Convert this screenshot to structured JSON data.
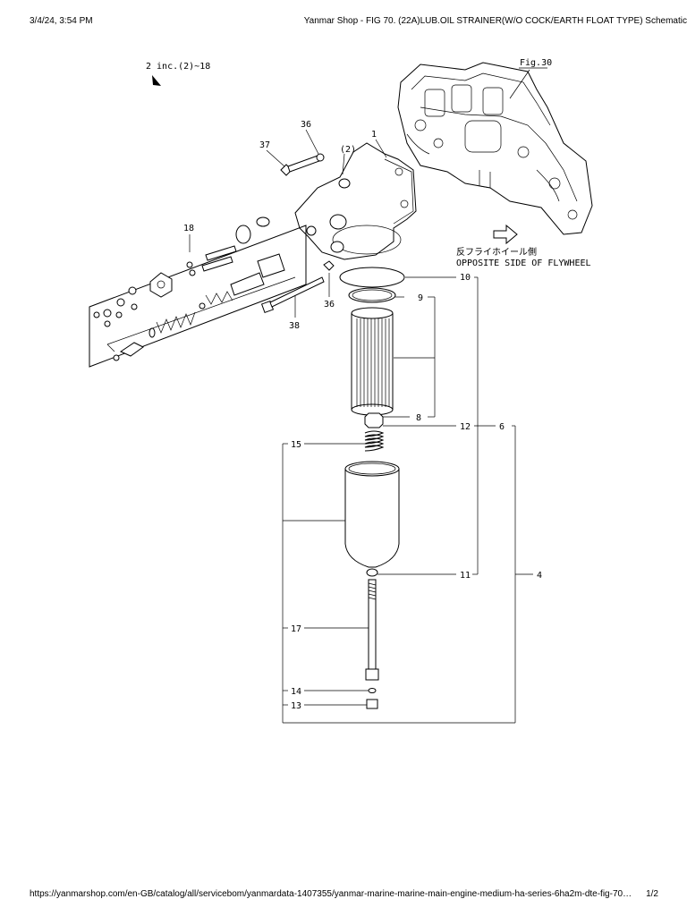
{
  "header": {
    "date_time": "3/4/24, 3:54 PM",
    "title": "Yanmar Shop - FIG 70. (22A)LUB.OIL STRAINER(W/O COCK/EARTH FLOAT TYPE) Schematic"
  },
  "footer": {
    "url": "https://yanmarshop.com/en-GB/catalog/all/servicebom/yanmardata-1407355/yanmar-marine-marine-main-engine-medium-ha-series-6ha2m-dte-fig-70…",
    "page": "1/2"
  },
  "diagram": {
    "note_includes": "2 inc.(2)~18",
    "fig_ref": "Fig.30",
    "japanese_note": "反フライホイール側",
    "english_note": "OPPOSITE SIDE OF FLYWHEEL",
    "callouts": {
      "c1": "1",
      "c2": "(2)",
      "c36a": "36",
      "c37": "37",
      "c18": "18",
      "c36b": "36",
      "c38": "38",
      "c10": "10",
      "c9": "9",
      "c8": "8",
      "c12": "12",
      "c6": "6",
      "c15": "15",
      "c11": "11",
      "c4": "4",
      "c17": "17",
      "c14": "14",
      "c13": "13"
    }
  }
}
